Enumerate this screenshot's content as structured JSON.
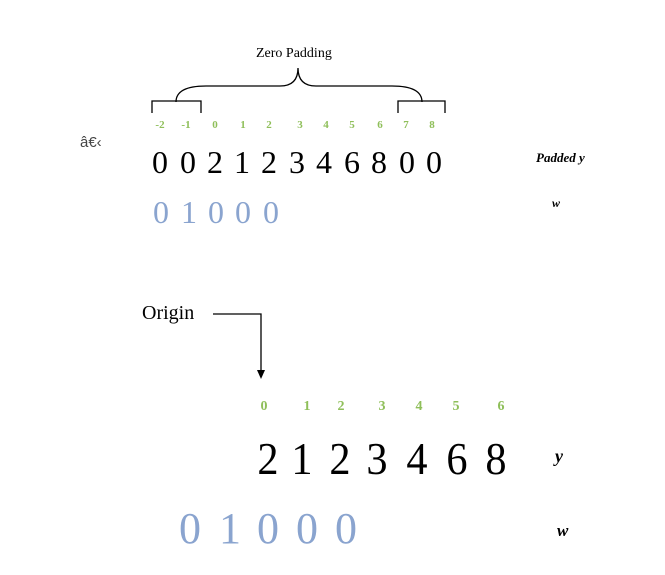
{
  "stray_text": "â€‹",
  "zero_padding_label": "Zero Padding",
  "origin_label": "Origin",
  "padded": {
    "indices": [
      "-2",
      "-1",
      "0",
      "1",
      "2",
      "3",
      "4",
      "5",
      "6",
      "7",
      "8"
    ],
    "digits": [
      "0",
      "0",
      "2",
      "1",
      "2",
      "3",
      "4",
      "6",
      "8",
      "0",
      "0"
    ],
    "label": "Padded y"
  },
  "w_top": {
    "digits": [
      "0",
      "1",
      "0",
      "0",
      "0"
    ],
    "label": "w"
  },
  "original": {
    "indices": [
      "0",
      "1",
      "2",
      "3",
      "4",
      "5",
      "6"
    ],
    "digits": [
      "2",
      "1",
      "2",
      "3",
      "4",
      "6",
      "8"
    ],
    "label": "y"
  },
  "w_bottom": {
    "digits": [
      "0",
      "1",
      "0",
      "0",
      "0"
    ],
    "label": "w"
  },
  "colors": {
    "index_green": "#8fbf5a",
    "w_blue": "#8aa4cf",
    "digit_black": "#000000"
  }
}
